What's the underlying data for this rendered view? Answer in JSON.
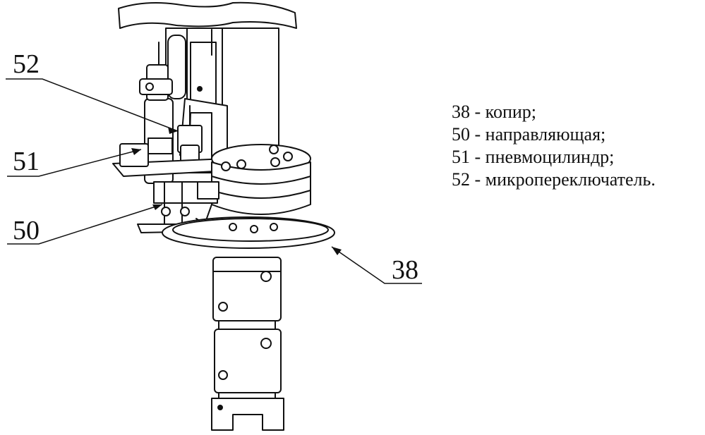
{
  "callouts": {
    "c52": "52",
    "c51": "51",
    "c50": "50",
    "c38": "38"
  },
  "legend": [
    "38 - копир;",
    "50 - направляющая;",
    "51 - пневмоцилиндр;",
    "52 - микропереключатель."
  ],
  "colors": {
    "line": "#111111",
    "paper": "#ffffff"
  }
}
